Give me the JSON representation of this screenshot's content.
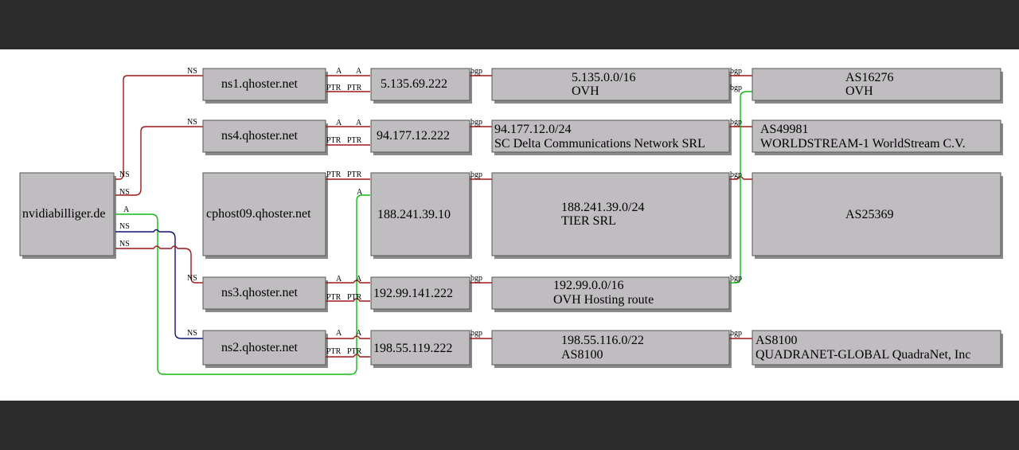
{
  "nodes": {
    "domain": "nvidiabilliger.de",
    "ns1": "ns1.qhoster.net",
    "ns4": "ns4.qhoster.net",
    "cphost": "cphost09.qhoster.net",
    "ns3": "ns3.qhoster.net",
    "ns2": "ns2.qhoster.net",
    "ip1": "5.135.69.222",
    "ip4": "94.177.12.222",
    "ipc": "188.241.39.10",
    "ip3": "192.99.141.222",
    "ip2": "198.55.119.222",
    "pfx1": [
      "5.135.0.0/16",
      "OVH"
    ],
    "pfx4": [
      "94.177.12.0/24",
      "SC Delta Communications Network SRL"
    ],
    "pfxc": [
      "188.241.39.0/24",
      "TIER SRL"
    ],
    "pfx3": [
      "192.99.0.0/16",
      "OVH Hosting route"
    ],
    "pfx2": [
      "198.55.116.0/22",
      "AS8100"
    ],
    "as1": [
      "AS16276",
      "OVH"
    ],
    "as4": [
      "AS49981",
      "WORLDSTREAM-1 WorldStream C.V."
    ],
    "asc": "AS25369",
    "as2": [
      "AS8100",
      "QUADRANET-GLOBAL QuadraNet, Inc"
    ]
  },
  "edge_labels": {
    "ns": "NS",
    "a": "A",
    "ptr": "PTR",
    "bgp": "bgp"
  }
}
